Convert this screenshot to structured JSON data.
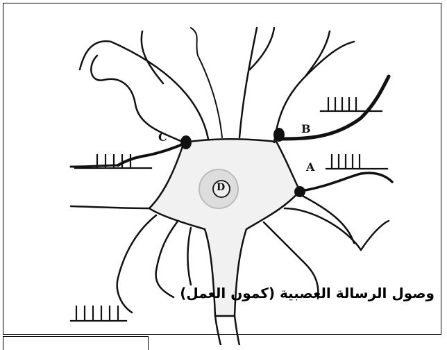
{
  "labels": {
    "a": "A",
    "b": "B",
    "c": "C",
    "d": "D"
  },
  "caption": "وصول الرسالة العصبية (كمون العمل)",
  "colors": {
    "ink": "#111111",
    "soma_fill": "#f2f2f2",
    "nucleus_fill": "#d9d9d9"
  }
}
